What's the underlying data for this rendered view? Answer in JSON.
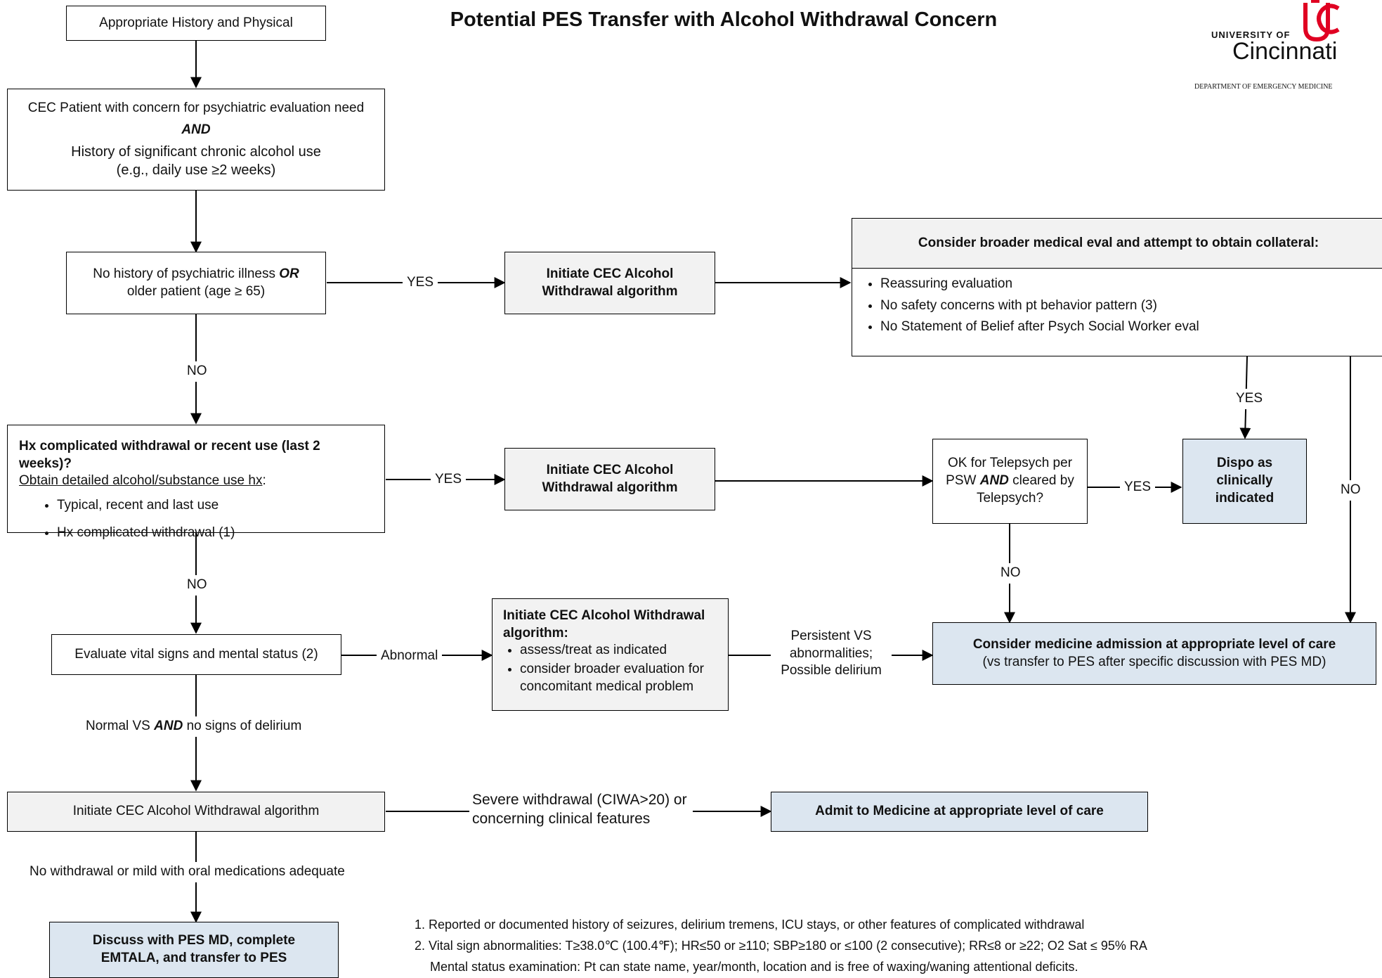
{
  "title": "Potential PES Transfer with Alcohol Withdrawal Concern",
  "logo": {
    "university_of": "UNIVERSITY OF",
    "cincinnati": "Cincinnati",
    "department": "DEPARTMENT OF EMERGENCY MEDICINE",
    "brand_color": "#e00122"
  },
  "colors": {
    "grey_box": "#f2f2f2",
    "blue_box": "#dce6f0"
  },
  "boxes": {
    "history_physical": "Appropriate History and Physical",
    "cec_patient": {
      "line1": "CEC Patient with concern for psychiatric evaluation need",
      "and": "AND",
      "line2": "History of significant chronic alcohol use",
      "line3": "(e.g., daily use ≥2 weeks)"
    },
    "no_psych_history": {
      "line1_a": "No history of psychiatric illness",
      "or": "OR",
      "line2": "older patient (age ≥ 65)"
    },
    "initiate_cec_1": "Initiate CEC Alcohol Withdrawal algorithm",
    "broader_eval": {
      "heading": "Consider broader medical eval and attempt to obtain collateral:",
      "items": [
        "Reassuring evaluation",
        "No safety concerns with pt behavior pattern (3)",
        "No Statement of Belief after Psych Social Worker eval"
      ]
    },
    "hx_complicated": {
      "heading": "Hx complicated withdrawal or recent use (last 2 weeks)?",
      "subheading": "Obtain detailed alcohol/substance use hx",
      "colon": ":",
      "items": [
        "Typical, recent and last use",
        "Hx complicated withdrawal (1)"
      ]
    },
    "initiate_cec_2": "Initiate CEC Alcohol Withdrawal algorithm",
    "telepsych": {
      "line1": "OK for Telepsych per",
      "line2_a": "PSW",
      "and": "AND",
      "line2_b": "cleared by",
      "line3": "Telepsych?"
    },
    "dispo": "Dispo as clinically indicated",
    "evaluate_vitals": "Evaluate vital signs and mental status (2)",
    "initiate_cec_3": {
      "heading": "Initiate CEC Alcohol Withdrawal algorithm:",
      "items": [
        "assess/treat as indicated",
        "consider broader evaluation for concomitant medical problem"
      ]
    },
    "consider_admission": {
      "heading": "Consider medicine admission at appropriate level of care",
      "sub": "(vs transfer to PES after specific discussion with PES MD)"
    },
    "initiate_cec_4": "Initiate CEC Alcohol Withdrawal algorithm",
    "admit_medicine": "Admit to Medicine at appropriate level of care",
    "discuss_pes": "Discuss with PES MD, complete EMTALA, and transfer to PES"
  },
  "labels": {
    "yes": "YES",
    "no": "NO",
    "abnormal": "Abnormal",
    "persistent_vs": "Persistent VS abnormalities; Possible delirium",
    "normal_vs_a": "Normal VS",
    "normal_vs_and": "AND",
    "normal_vs_b": "no signs of delirium",
    "severe_withdrawal": "Severe withdrawal (CIWA>20) or concerning clinical features",
    "no_withdrawal": "No withdrawal or mild with oral medications adequate"
  },
  "notes": [
    "1.  Reported or documented history of seizures, delirium tremens, ICU stays, or other features of complicated withdrawal",
    "2. Vital sign abnormalities: T≥38.0℃ (100.4℉); HR≤50 or ≥110; SBP≥180 or ≤100 (2 consecutive); RR≤8 or ≥22; O2 Sat ≤ 95% RA",
    "Mental status examination: Pt can state name, year/month, location and is free of waxing/waning attentional deficits."
  ]
}
